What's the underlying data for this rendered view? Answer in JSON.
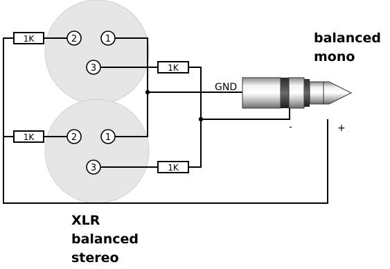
{
  "labels": {
    "output_line1": "balanced",
    "output_line2": "mono",
    "input_line1": "XLR",
    "input_line2": "balanced",
    "input_line3": "stereo",
    "gnd": "GND",
    "minus": "-",
    "plus": "+"
  },
  "xlr_top": {
    "pin1": "1",
    "pin2": "2",
    "pin3": "3"
  },
  "xlr_bottom": {
    "pin1": "1",
    "pin2": "2",
    "pin3": "3"
  },
  "resistors": {
    "r_top_pin2": "1K",
    "r_top_pin3": "1K",
    "r_bottom_pin2": "1K",
    "r_bottom_pin3": "1K"
  },
  "colors": {
    "wire": "#000000",
    "connector_body": "#e6e6e6",
    "jack_metal": "#c8c8c8",
    "jack_band": "#4a4a4a"
  }
}
